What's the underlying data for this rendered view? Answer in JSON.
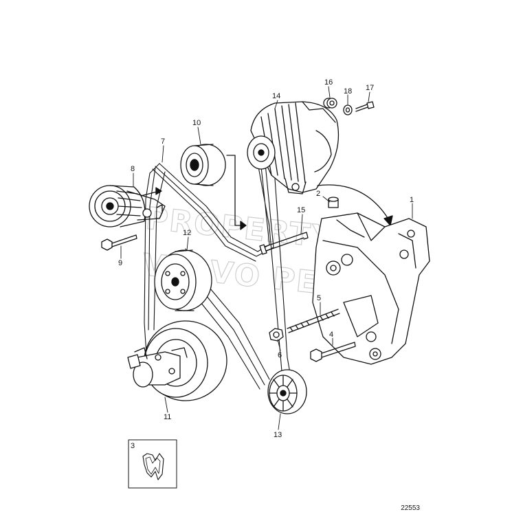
{
  "diagram": {
    "drawing_number": "22553",
    "watermark": [
      "PROPERTY OF",
      "VOLVO PENTA"
    ],
    "callouts": {
      "c1": "1",
      "c2": "2",
      "c3": "3",
      "c4": "4",
      "c5": "5",
      "c6": "6",
      "c7": "7",
      "c8": "8",
      "c9": "9",
      "c10": "10",
      "c11": "11",
      "c12": "12",
      "c13": "13",
      "c14": "14",
      "c15": "15",
      "c16": "16",
      "c17": "17",
      "c18": "18"
    },
    "parts": [
      "bracket",
      "stud",
      "belt-routing-diagram",
      "bolt",
      "stud-long",
      "nut",
      "drive-belt",
      "belt-tensioner",
      "bolt-tensioner",
      "idler-pulley",
      "crankshaft-pulley-and-water-pump",
      "water-pump-pulley",
      "pulley-lower",
      "alternator",
      "bolt-alternator",
      "spacer",
      "bolt-small",
      "washer"
    ]
  }
}
